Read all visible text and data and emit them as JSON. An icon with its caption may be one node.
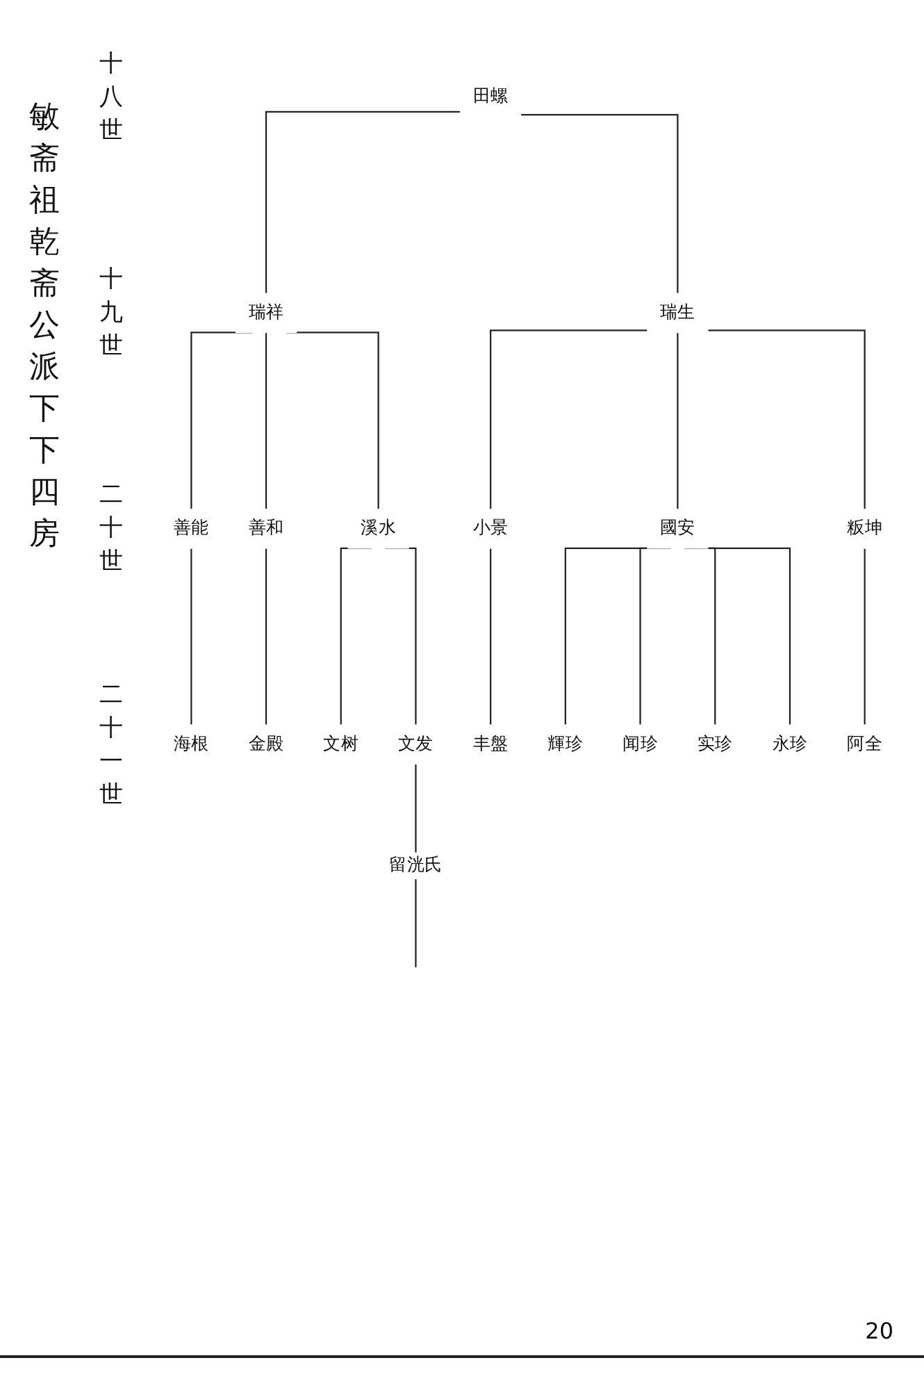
{
  "diagram": {
    "title": "敏斋祖乾斋公派下下四房",
    "nodes": [
      {
        "text": [
          "田螺"
        ]
      },
      {
        "text": [
          "瑞祥"
        ]
      },
      {
        "text": [
          "瑞生"
        ]
      },
      {
        "text": [
          "善能"
        ]
      },
      {
        "text": [
          "善和"
        ]
      },
      {
        "text": [
          "溪水"
        ]
      },
      {
        "text": [
          "小景"
        ]
      },
      {
        "text": [
          "國安"
        ]
      },
      {
        "text": [
          "粄坤"
        ]
      },
      {
        "text": [
          "海根"
        ]
      },
      {
        "text": [
          "金殿"
        ]
      },
      {
        "text": [
          "文树"
        ]
      },
      {
        "text": [
          "文发"
        ]
      },
      {
        "text": [
          "丰盤"
        ]
      },
      {
        "text": [
          "輝珍"
        ]
      },
      {
        "text": [
          "闻珍"
        ]
      },
      {
        "text": [
          "实珍"
        ]
      },
      {
        "text": [
          "永珍"
        ]
      },
      {
        "text": [
          "阿全"
        ]
      }
    ],
    "edges": [
      {
        "from": 0,
        "to": 1,
        "arrow": "none"
      },
      {
        "from": 0,
        "to": 2,
        "arrow": "none"
      },
      {
        "from": 1,
        "to": 3,
        "arrow": "none"
      },
      {
        "from": 1,
        "to": 4,
        "arrow": "none"
      },
      {
        "from": 1,
        "to": 5,
        "arrow": "none"
      },
      {
        "from": 2,
        "to": 6,
        "arrow": "none"
      },
      {
        "from": 2,
        "to": 7,
        "arrow": "none"
      },
      {
        "from": 2,
        "to": 8,
        "arrow": "none"
      },
      {
        "from": 3,
        "to": 9,
        "arrow": "none"
      },
      {
        "from": 4,
        "to": 10,
        "arrow": "none"
      },
      {
        "from": 5,
        "to": 11,
        "arrow": "none"
      },
      {
        "from": 5,
        "to": 12,
        "arrow": "none"
      },
      {
        "from": 6,
        "to": 13,
        "arrow": "none"
      },
      {
        "from": 7,
        "to": 14,
        "arrow": "none"
      },
      {
        "from": 7,
        "to": 15,
        "arrow": "none"
      },
      {
        "from": 7,
        "to": 16,
        "arrow": "none"
      },
      {
        "from": 7,
        "to": 17,
        "arrow": "none"
      },
      {
        "from": 8,
        "to": 18,
        "arrow": "none"
      },
      {
        "from": 12,
        "to": null,
        "label": "留洸氏",
        "arrow": "none"
      }
    ],
    "labels": [
      "十八世",
      "十九世",
      "二十世",
      "二十一世",
      "20"
    ]
  }
}
